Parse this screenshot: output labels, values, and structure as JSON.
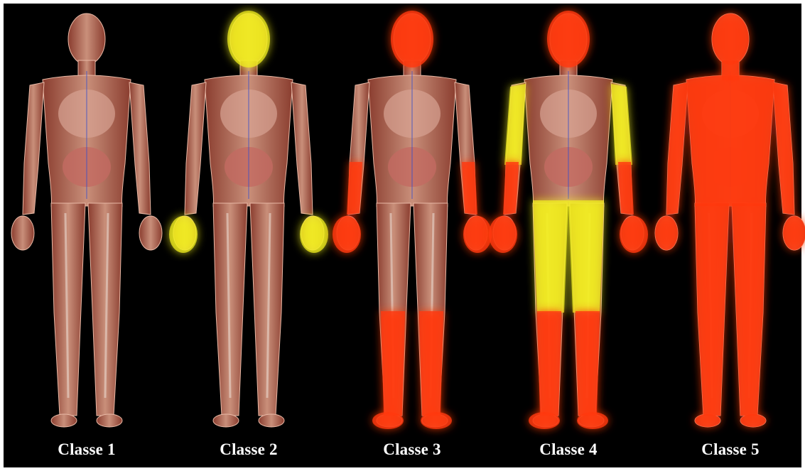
{
  "figure": {
    "classes": [
      {
        "label": "Classe 1",
        "highlights": []
      },
      {
        "label": "Classe 2",
        "highlights": [
          {
            "region": "head",
            "level": "yellow"
          },
          {
            "region": "hands",
            "level": "yellow"
          }
        ]
      },
      {
        "label": "Classe 3",
        "highlights": [
          {
            "region": "head",
            "level": "red"
          },
          {
            "region": "forearms-hands",
            "level": "red"
          },
          {
            "region": "lower-legs-feet",
            "level": "red"
          }
        ]
      },
      {
        "label": "Classe 4",
        "highlights": [
          {
            "region": "head",
            "level": "red"
          },
          {
            "region": "upper-arms",
            "level": "yellow"
          },
          {
            "region": "forearms-hands",
            "level": "red"
          },
          {
            "region": "thighs",
            "level": "yellow"
          },
          {
            "region": "lower-legs-feet",
            "level": "red"
          }
        ]
      },
      {
        "label": "Classe 5",
        "highlights": [
          {
            "region": "whole-body",
            "level": "red"
          }
        ]
      }
    ],
    "colors": {
      "background": "#000000",
      "frame": "#ffffff",
      "skin": "#c98f7a",
      "muscle": "#b5503f",
      "yellow": "#f2f01e",
      "red": "#ff3a10"
    }
  }
}
